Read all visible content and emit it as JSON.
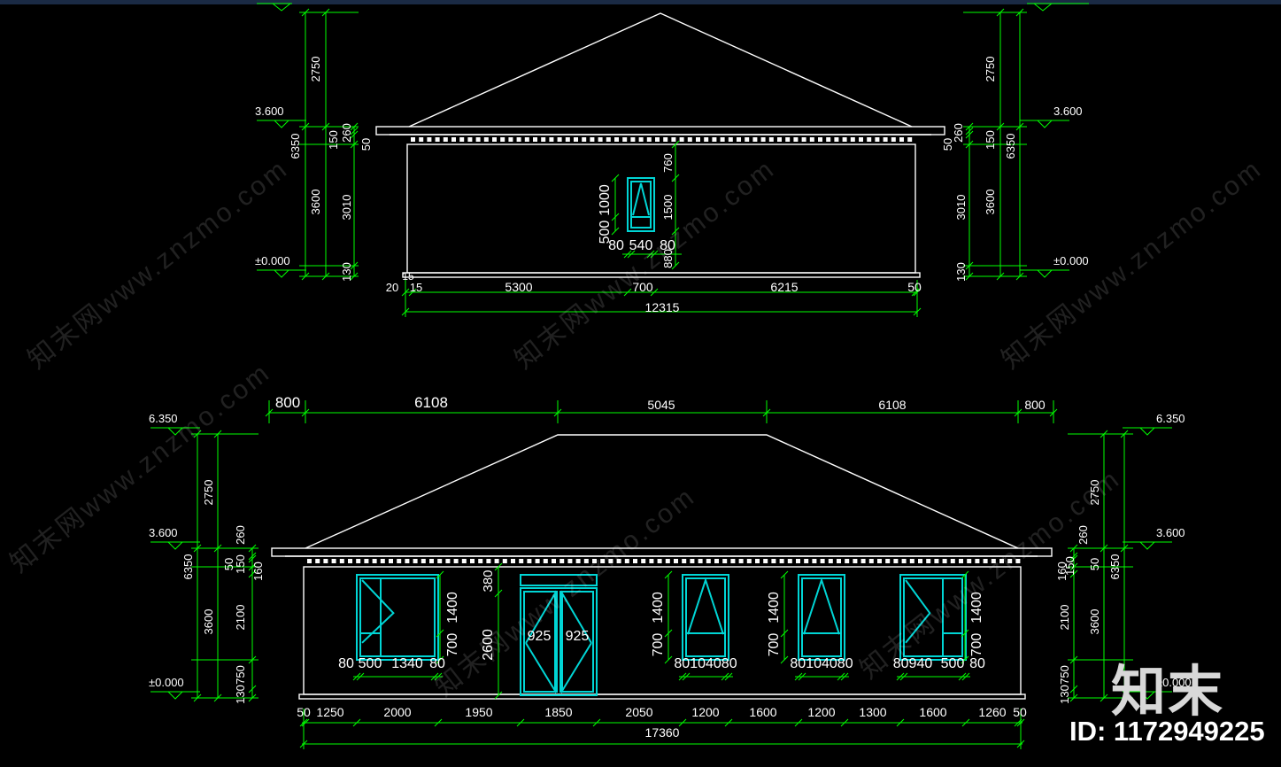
{
  "colors": {
    "background": "#000000",
    "building": "#ffffff",
    "dimension": "#00ff00",
    "window": "#00d5d5",
    "text": "#ffffff"
  },
  "watermark_text": "知末网www.znzmo.com",
  "logo_text": "知末",
  "id_text": "ID: 1172949225",
  "top_elevation": {
    "levels": {
      "top": "",
      "mid": "3.600",
      "ground": "±0.000"
    },
    "left_dims": [
      "2750",
      "6350",
      "3600",
      "3010",
      "260",
      "150",
      "50",
      "130"
    ],
    "right_dims": [
      "2750",
      "6350",
      "3600",
      "3010",
      "260",
      "150",
      "50",
      "130"
    ],
    "window_dims": [
      "1000",
      "500",
      "80",
      "540",
      "80",
      "760",
      "1500",
      "880"
    ],
    "bottom_dims": [
      "20",
      "15",
      "15",
      "5300",
      "700",
      "6215",
      "50"
    ],
    "total": "12315"
  },
  "bottom_elevation": {
    "levels": {
      "top": "6.350",
      "mid": "3.600",
      "ground": "±0.000"
    },
    "top_dims": [
      "800",
      "6108",
      "5045",
      "6108",
      "800"
    ],
    "left_dims": [
      "2750",
      "6350",
      "3600",
      "260",
      "50",
      "150",
      "160",
      "2100",
      "750",
      "130"
    ],
    "right_dims": [
      "2750",
      "6350",
      "3600",
      "260",
      "50",
      "150",
      "160",
      "2100",
      "750",
      "130"
    ],
    "window_dims": [
      "1400",
      "700",
      "380",
      "2600",
      "925",
      "925",
      "1400",
      "700",
      "1400",
      "700",
      "1400",
      "700"
    ],
    "window_bottom_dims": [
      "80",
      "500",
      "1340",
      "80",
      "80104080",
      "80104080",
      "80940",
      "500",
      "80"
    ],
    "bottom_dims": [
      "50",
      "1250",
      "2000",
      "1950",
      "1850",
      "2050",
      "1200",
      "1600",
      "1200",
      "1300",
      "1600",
      "1260",
      "50"
    ],
    "total": "17360"
  }
}
